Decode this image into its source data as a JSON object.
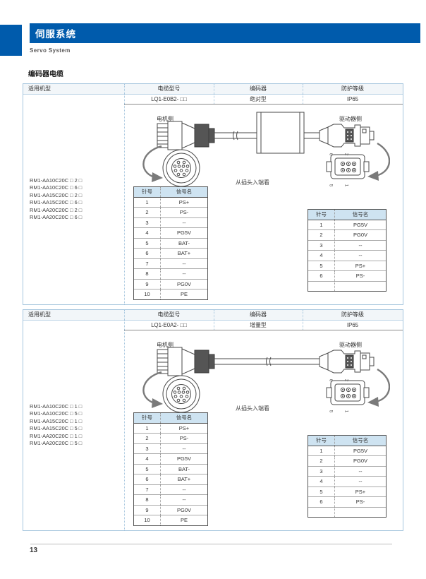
{
  "page": {
    "title_cn": "伺服系统",
    "title_en": "Servo System",
    "section_title": "编码器电缆",
    "page_number": "13"
  },
  "colors": {
    "accent_blue": "#005BAC",
    "table_border": "#A6C6DE",
    "pin_table_header_bg": "#CEE3F1"
  },
  "table_headers": {
    "model": "适用机型",
    "cable_model": "电缆型号",
    "encoder": "编码器",
    "protection": "防护等级"
  },
  "pin_table_headers": {
    "pin": "针号",
    "signal": "信号名"
  },
  "labels": {
    "motor_side": "电机侧",
    "driver_side": "驱动器侧",
    "view_note": "从插头入端看"
  },
  "connector_face_pins": [
    "6",
    "2",
    "5",
    "1"
  ],
  "blocks": [
    {
      "cable_model": "LQ1-E0B2- □□",
      "encoder_type": "绝对型",
      "protection": "IP65",
      "models": [
        {
          "text": "RM1-AA10C20C □ 2 □"
        },
        {
          "text": "RM1-AA10C20C □ 6 □"
        },
        {
          "text": "RM1-AA15C20C □ 2 □"
        },
        {
          "text": "RM1-AA15C20C □ 6 □"
        },
        {
          "text": "RM1-AA20C20C □ 2 □"
        },
        {
          "text": "RM1-AA20C20C □ 6 □"
        }
      ],
      "motor_pins": [
        {
          "pin": "1",
          "sig": "PS+"
        },
        {
          "pin": "2",
          "sig": "PS-"
        },
        {
          "pin": "3",
          "sig": "--"
        },
        {
          "pin": "4",
          "sig": "PG5V"
        },
        {
          "pin": "5",
          "sig": "BAT-"
        },
        {
          "pin": "6",
          "sig": "BAT+"
        },
        {
          "pin": "7",
          "sig": "--"
        },
        {
          "pin": "8",
          "sig": "--"
        },
        {
          "pin": "9",
          "sig": "PG0V"
        },
        {
          "pin": "10",
          "sig": "PE"
        }
      ],
      "driver_pins": [
        {
          "pin": "1",
          "sig": "PG5V"
        },
        {
          "pin": "2",
          "sig": "PG0V"
        },
        {
          "pin": "3",
          "sig": "--"
        },
        {
          "pin": "4",
          "sig": "--"
        },
        {
          "pin": "5",
          "sig": "PS+"
        },
        {
          "pin": "6",
          "sig": "PS-"
        },
        {
          "pin": "",
          "sig": ""
        }
      ]
    },
    {
      "cable_model": "LQ1-E0A2- □□",
      "encoder_type": "增量型",
      "protection": "IP65",
      "models": [
        {
          "text": "RM1-AA10C20C □ 1 □"
        },
        {
          "text": "RM1-AA10C20C □ 5 □"
        },
        {
          "text": "RM1-AA15C20C □ 1 □"
        },
        {
          "text": "RM1-AA15C20C □ 5 □"
        },
        {
          "text": "RM1-AA20C20C □ 1 □"
        },
        {
          "text": "RM1-AA20C20C □ 5 □"
        }
      ],
      "motor_pins": [
        {
          "pin": "1",
          "sig": "PS+"
        },
        {
          "pin": "2",
          "sig": "PS-"
        },
        {
          "pin": "3",
          "sig": "--"
        },
        {
          "pin": "4",
          "sig": "PG5V"
        },
        {
          "pin": "5",
          "sig": "BAT-"
        },
        {
          "pin": "6",
          "sig": "BAT+"
        },
        {
          "pin": "7",
          "sig": "--"
        },
        {
          "pin": "8",
          "sig": "--"
        },
        {
          "pin": "9",
          "sig": "PG0V"
        },
        {
          "pin": "10",
          "sig": "PE"
        }
      ],
      "driver_pins": [
        {
          "pin": "1",
          "sig": "PG5V"
        },
        {
          "pin": "2",
          "sig": "PG0V"
        },
        {
          "pin": "3",
          "sig": "--"
        },
        {
          "pin": "4",
          "sig": "--"
        },
        {
          "pin": "5",
          "sig": "PS+"
        },
        {
          "pin": "6",
          "sig": "PS-"
        },
        {
          "pin": "",
          "sig": ""
        }
      ]
    }
  ]
}
